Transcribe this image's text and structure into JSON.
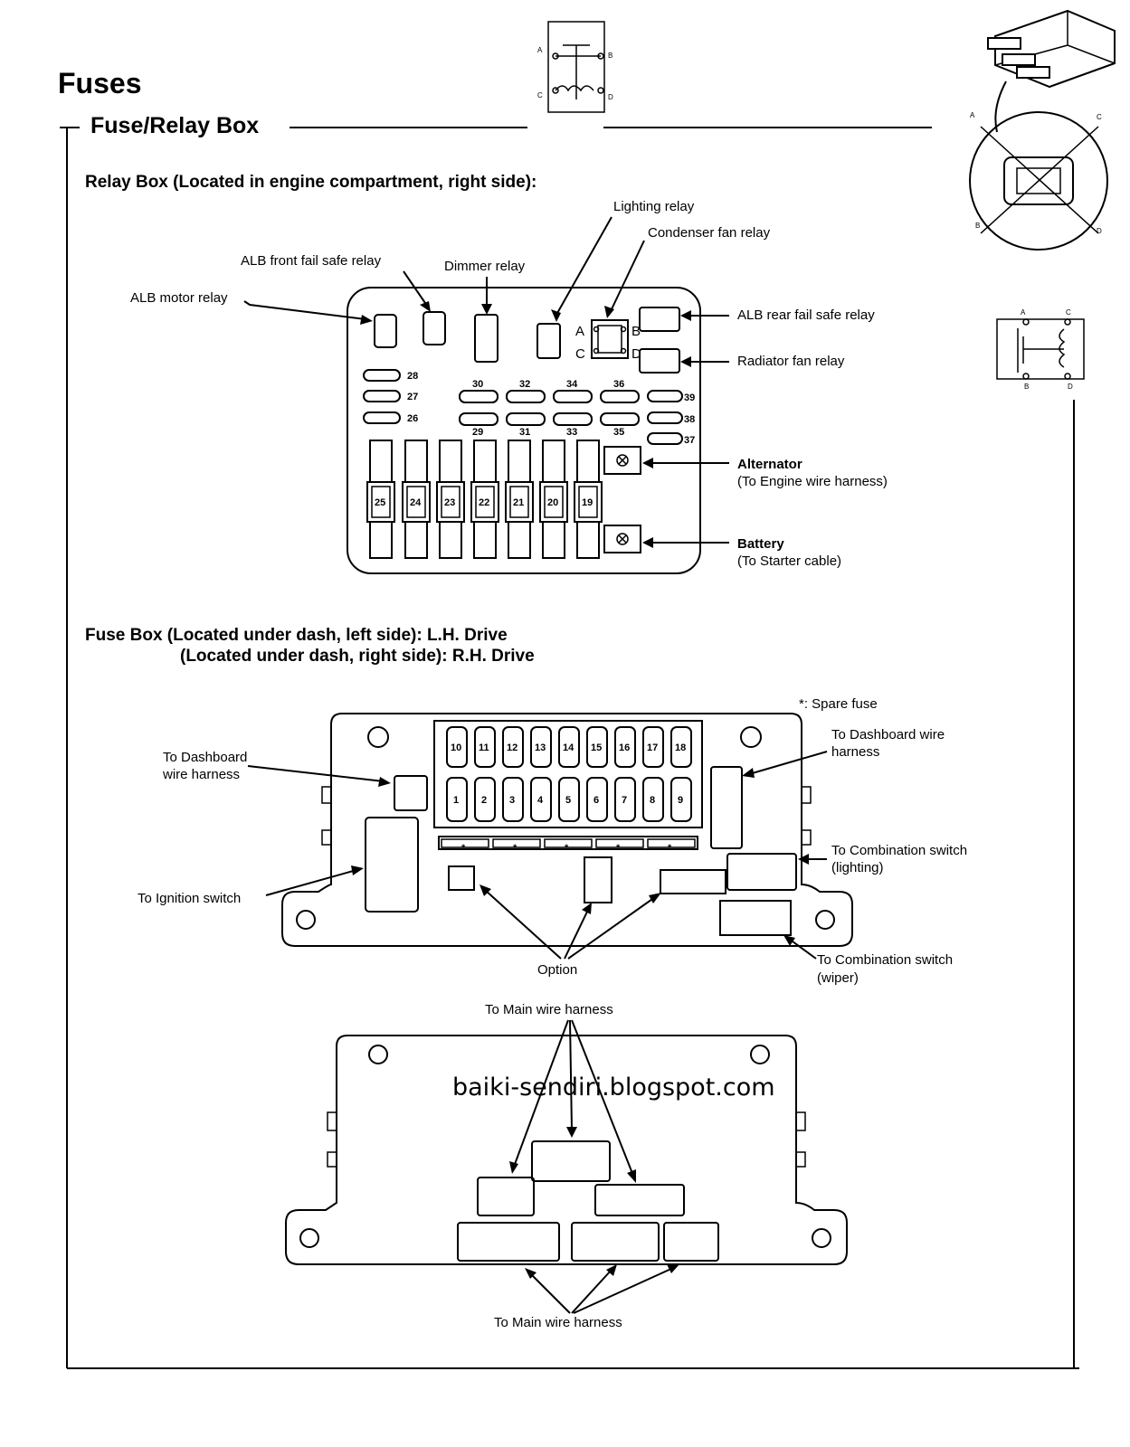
{
  "title": "Fuses",
  "section_title": "Fuse/Relay Box",
  "relay_box": {
    "heading": "Relay Box (Located in engine compartment, right side):",
    "labels": {
      "lighting_relay": "Lighting relay",
      "condenser_fan_relay": "Condenser fan relay",
      "alb_front_fail_safe_relay": "ALB front fail safe relay",
      "dimmer_relay": "Dimmer relay",
      "alb_motor_relay": "ALB motor relay",
      "alb_rear_fail_safe_relay": "ALB rear fail safe relay",
      "radiator_fan_relay": "Radiator fan relay",
      "alternator": "Alternator",
      "alternator_sub": "(To Engine wire harness)",
      "battery": "Battery",
      "battery_sub": "(To Starter cable)"
    },
    "terminal_letters": [
      "A",
      "B",
      "C",
      "D"
    ],
    "small_fuses_left": [
      "28",
      "27",
      "26"
    ],
    "small_fuses_top": [
      "30",
      "32",
      "34",
      "36"
    ],
    "small_fuses_bottom": [
      "29",
      "31",
      "33",
      "35"
    ],
    "small_fuses_right": [
      "39",
      "38",
      "37"
    ],
    "large_fuses": [
      "25",
      "24",
      "23",
      "22",
      "21",
      "20",
      "19"
    ]
  },
  "fuse_box": {
    "heading_line1": "Fuse Box (Located under dash, left side): L.H. Drive",
    "heading_line2": "(Located under dash, right side): R.H. Drive",
    "spare_note": "*: Spare fuse",
    "fuses_top": [
      "10",
      "11",
      "12",
      "13",
      "14",
      "15",
      "16",
      "17",
      "18"
    ],
    "fuses_bottom": [
      "1",
      "2",
      "3",
      "4",
      "5",
      "6",
      "7",
      "8",
      "9"
    ],
    "spare_mark": "*",
    "labels": {
      "to_dashboard_left_1": "To Dashboard",
      "to_dashboard_left_2": "wire harness",
      "to_dashboard_right_1": "To Dashboard wire",
      "to_dashboard_right_2": "harness",
      "to_combination_lighting_1": "To Combination switch",
      "to_combination_lighting_2": "(lighting)",
      "to_ignition_switch": "To Ignition switch",
      "option": "Option",
      "to_combination_wiper_1": "To Combination switch",
      "to_combination_wiper_2": "(wiper)"
    }
  },
  "rear_view": {
    "label_top": "To Main wire harness",
    "label_bottom": "To Main wire harness",
    "watermark": "baiki-sendiri.blogspot.com"
  }
}
